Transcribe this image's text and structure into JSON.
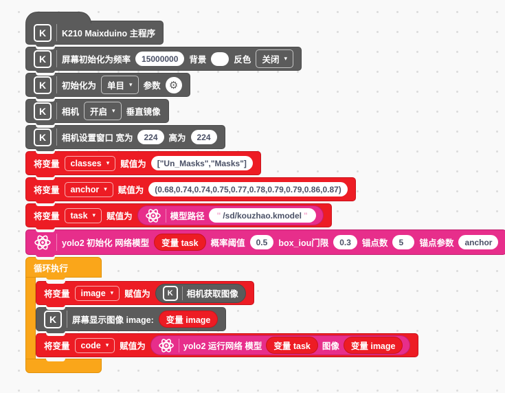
{
  "colors": {
    "block_gray": "#5b5b5b",
    "block_red": "#ed1c24",
    "block_magenta": "#e72e8b",
    "block_orange": "#faa61a",
    "workspace_bg": "#f9f9f9",
    "field_text": "#4a5066"
  },
  "pills": {
    "var_task": "变量 task",
    "var_image": "变量 image"
  },
  "blocks": {
    "hat": {
      "title": "K210 Maixduino 主程序"
    },
    "screen_init": {
      "label1": "屏幕初始化为频率",
      "freq": "15000000",
      "label2": "背景",
      "label3": "反色",
      "dropdown": "关闭"
    },
    "init_mode": {
      "label1": "初始化为",
      "dropdown": "单目",
      "label2": "参数"
    },
    "camera": {
      "label1": "相机",
      "dropdown": "开启",
      "label2": "垂直镜像"
    },
    "camera_window": {
      "label1": "相机设置窗口 宽为",
      "width": "224",
      "label2": "高为",
      "height": "224"
    },
    "set_classes": {
      "label1": "将变量",
      "var": "classes",
      "label2": "赋值为",
      "value": "[\"Un_Masks\",\"Masks\"]"
    },
    "set_anchor": {
      "label1": "将变量",
      "var": "anchor",
      "label2": "赋值为",
      "value": "(0.68,0.74,0.74,0.75,0.77,0.78,0.79,0.79,0.86,0.87)"
    },
    "set_task": {
      "label1": "将变量",
      "var": "task",
      "label2": "赋值为",
      "inner": {
        "label": "模型路径",
        "quote": "\"",
        "path": "/sd/kouzhao.kmodel"
      }
    },
    "yolo_init": {
      "label1": "yolo2 初始化 网络模型",
      "label2": "概率阈值",
      "prob": "0.5",
      "label3": "box_iou门限",
      "iou": "0.3",
      "label4": "锚点数",
      "anchors": "5",
      "label5": "锚点参数",
      "anchor_param": "anchor"
    },
    "loop": {
      "title": "循环执行"
    },
    "set_image": {
      "label1": "将变量",
      "var": "image",
      "label2": "赋值为",
      "inner": "相机获取图像"
    },
    "display_image": {
      "label1": "屏幕显示图像 image:"
    },
    "set_code": {
      "label1": "将变量",
      "var": "code",
      "label2": "赋值为",
      "inner": {
        "label1": "yolo2 运行网络 模型",
        "label2": "图像"
      }
    }
  }
}
